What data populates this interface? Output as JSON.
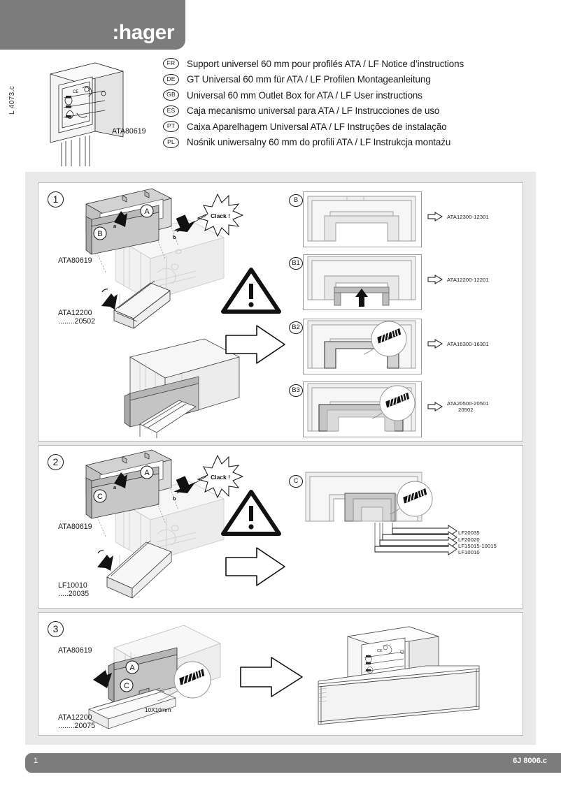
{
  "header": {
    "brand": ":hager",
    "side_code": "L 4073.c",
    "hero_part": "ATA80619",
    "languages": [
      {
        "code": "FR",
        "text": "Support universel 60 mm pour profilés ATA / LF   Notice d’instructions"
      },
      {
        "code": "DE",
        "text": "GT Universal 60 mm für ATA / LF Profilen Montageanleitung"
      },
      {
        "code": "GB",
        "text": "Universal 60 mm Outlet Box for ATA / LF User instructions"
      },
      {
        "code": "ES",
        "text": "Caja mecanismo universal para ATA / LF Instrucciones de uso"
      },
      {
        "code": "PT",
        "text": "Caixa Aparelhagem Universal ATA / LF Instruções de instalação"
      },
      {
        "code": "PL",
        "text": "Nośnik uniwersalny 60 mm do profili ATA / LF   Instrukcja montażu"
      }
    ]
  },
  "steps": [
    {
      "number": "1",
      "callouts": {
        "a": "a",
        "b": "b",
        "clack": "Clack !",
        "partA": "A",
        "partB": "B"
      },
      "parts": [
        {
          "label": "ATA80619"
        },
        {
          "label": "ATA12200",
          "label2": "........20502"
        }
      ],
      "variants": [
        {
          "badge": "B",
          "ref": "ATA12300-12301",
          "ref2": ""
        },
        {
          "badge": "B1",
          "ref": "ATA12200-12201",
          "ref2": ""
        },
        {
          "badge": "B2",
          "ref": "ATA16300-16301",
          "ref2": ""
        },
        {
          "badge": "B3",
          "ref": "ATA20500-20501",
          "ref2": "20502"
        }
      ]
    },
    {
      "number": "2",
      "callouts": {
        "a": "a",
        "b": "b",
        "clack": "Clack !",
        "partA": "A",
        "partC": "C"
      },
      "parts": [
        {
          "label": "ATA80619"
        },
        {
          "label": "LF10010",
          "label2": ".....20035"
        }
      ],
      "variants": [
        {
          "badge": "C",
          "ref": "",
          "ref2": ""
        }
      ],
      "profile_refs": [
        "LF20035",
        "LF20020",
        "LF15015-10015",
        "LF10010"
      ]
    },
    {
      "number": "3",
      "callouts": {
        "partA": "A",
        "partC": "C",
        "dimension": "10X10mm"
      },
      "parts": [
        {
          "label": "ATA80619"
        },
        {
          "label": "ATA12200",
          "label2": "........20075"
        }
      ]
    }
  ],
  "footer": {
    "page": "1",
    "doc_code": "6J 8006.c"
  },
  "colors": {
    "brand_gray": "#7c7c7c",
    "panel_bg": "#e9e9e9",
    "line": "#1a1a1a",
    "fill_light": "#efefef",
    "fill_mid": "#d0d0d0",
    "fill_dark": "#a8a8a8"
  }
}
